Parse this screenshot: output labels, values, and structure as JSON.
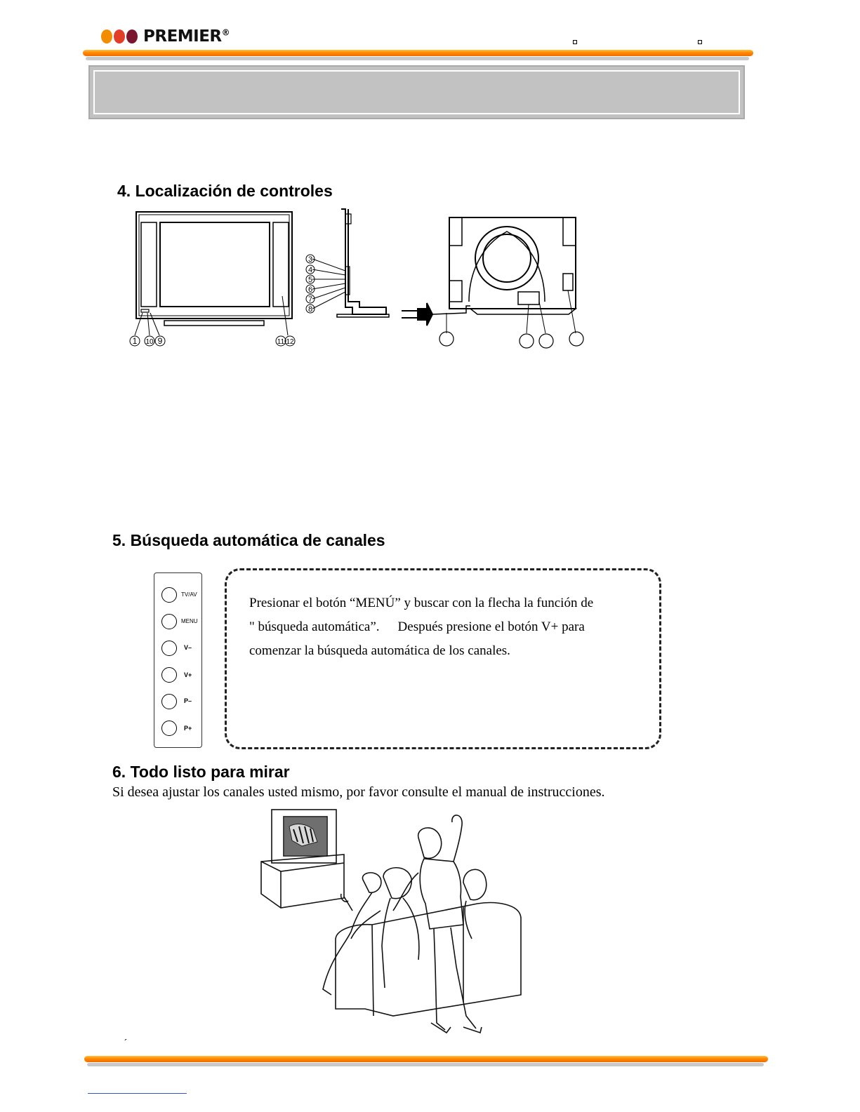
{
  "header": {
    "brand": "PREMIER",
    "reg_mark": "®",
    "logo_colors": [
      "#f28c00",
      "#e23d28",
      "#7a1630"
    ],
    "bar_color": "#ff8a00"
  },
  "section4": {
    "title": "4. Localización de controles",
    "front_numbers": [
      "1",
      "10",
      "9",
      "11",
      "12"
    ],
    "side_numbers": [
      "3",
      "4",
      "5",
      "6",
      "7",
      "8"
    ]
  },
  "section5": {
    "title": "5. Búsqueda automática de canales",
    "panel_buttons": [
      "TV/AV",
      "MENU",
      "V–",
      "V+",
      "P–",
      "P+"
    ],
    "text_line1": "Presionar el botón “MENÚ” y buscar con la flecha la función de",
    "text_line2a": "\" búsqueda automática”.",
    "text_line2b": "Después presione el botón V+ para",
    "text_line3": "comenzar la búsqueda automática de los canales."
  },
  "section6": {
    "title": "6. Todo listo para mirar",
    "body": "Si desea ajustar los canales usted mismo, por favor consulte el manual de instrucciones."
  },
  "footer": {
    "mark": "´"
  }
}
